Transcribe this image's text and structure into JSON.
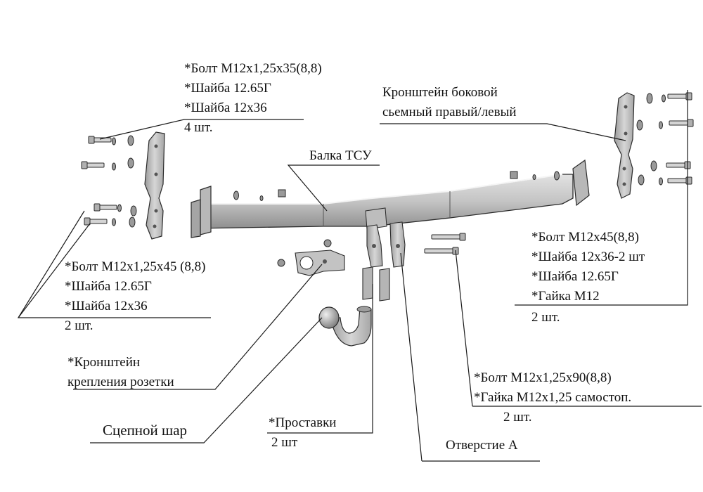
{
  "labels": {
    "bolt_top_left": {
      "lines": [
        "*Болт М12х1,25х35(8,8)",
        "*Шайба 12.65Г",
        "*Шайба 12х36",
        "4 шт."
      ]
    },
    "side_bracket": {
      "lines": [
        "Кронштейн боковой",
        "сьемный правый/левый"
      ]
    },
    "beam": {
      "text": "Балка ТСУ"
    },
    "bolt_right": {
      "lines": [
        "*Болт М12х45(8,8)",
        "*Шайба 12х36-2 шт",
        "*Шайба 12.65Г",
        "*Гайка М12",
        "2 шт."
      ]
    },
    "bolt_left": {
      "lines": [
        "*Болт М12х1,25х45 (8,8)",
        "*Шайба 12.65Г",
        "*Шайба 12х36",
        "2 шт."
      ]
    },
    "socket_bracket": {
      "lines": [
        "*Кронштейн",
        "крепления розетки"
      ]
    },
    "bolt_bottom": {
      "lines": [
        "*Болт М12х1,25х90(8,8)",
        "*Гайка М12х1,25   самостоп.",
        "2 шт."
      ]
    },
    "tow_ball": {
      "text": "Сцепной шар"
    },
    "spacers": {
      "lines": [
        "*Проставки",
        "2 шт"
      ]
    },
    "hole_a": {
      "text": "Отверстие А"
    }
  },
  "colors": {
    "metal_fill": "#c9c9c9",
    "metal_dark": "#8d8d8d",
    "outline": "#2a2a2a",
    "text": "#111111",
    "background": "#ffffff"
  }
}
